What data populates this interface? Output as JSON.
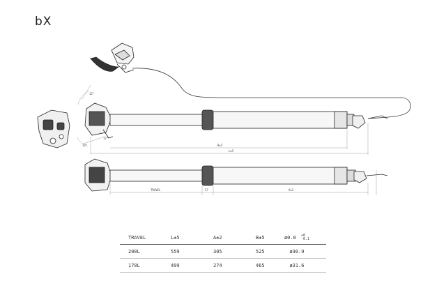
{
  "brand": {
    "logo_text": "bX"
  },
  "drawing": {
    "dim_labels": {
      "angle_top": "12°",
      "angle_bottom": "12°",
      "clamp_label": "12°",
      "b": "B±5",
      "l": "L±5",
      "travel": "TRAVEL",
      "gap": "27",
      "a": "A±2"
    }
  },
  "spec_table": {
    "headers": [
      "TRAVEL",
      "L±5",
      "A±2",
      "B±5"
    ],
    "rows": [
      [
        "200L",
        "559",
        "305",
        "525"
      ],
      [
        "170L",
        "499",
        "274",
        "465"
      ]
    ]
  },
  "diameter_table": {
    "header": "ø0.0",
    "tolerance_upper": "+0",
    "tolerance_lower": "-0.1",
    "rows": [
      "ø30.9",
      "ø31.6"
    ]
  },
  "colors": {
    "line": "#222222",
    "dim": "#888888"
  }
}
